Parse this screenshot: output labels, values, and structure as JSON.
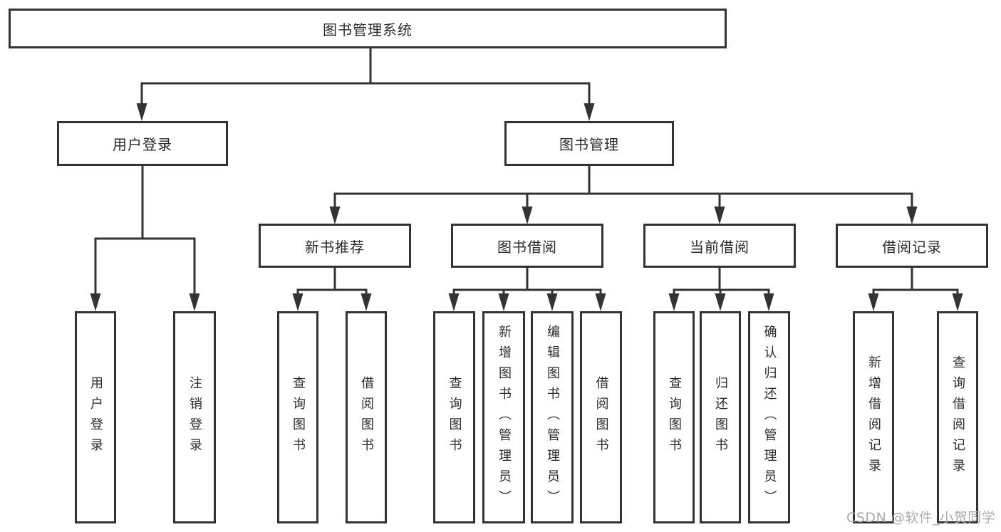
{
  "diagram": {
    "title": "图书管理系统",
    "branches": [
      {
        "label": "用户登录",
        "children": [
          {
            "label": "用户登录"
          },
          {
            "label": "注销登录"
          }
        ]
      },
      {
        "label": "图书管理",
        "children": [
          {
            "label": "新书推荐",
            "children": [
              {
                "label": "查询图书"
              },
              {
                "label": "借阅图书"
              }
            ]
          },
          {
            "label": "图书借阅",
            "children": [
              {
                "label": "查询图书"
              },
              {
                "label": "新增图书（管理员）"
              },
              {
                "label": "编辑图书（管理员）"
              },
              {
                "label": "借阅图书"
              }
            ]
          },
          {
            "label": "当前借阅",
            "children": [
              {
                "label": "查询图书"
              },
              {
                "label": "归还图书"
              },
              {
                "label": "确认归还（管理员）"
              }
            ]
          },
          {
            "label": "借阅记录",
            "children": [
              {
                "label": "新增借阅记录"
              },
              {
                "label": "查询借阅记录"
              }
            ]
          }
        ]
      }
    ]
  },
  "watermark": {
    "text": "CSDN @软件_小贺同学"
  },
  "colors": {
    "line": "#333333",
    "node_text": "#2b2b2b",
    "background": "#ffffff",
    "watermark": "#ababab"
  }
}
